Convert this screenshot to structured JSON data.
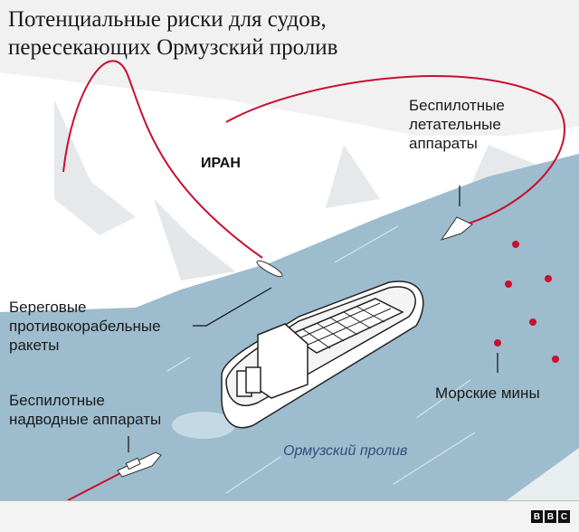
{
  "title": "Потенциальные риски для судов, пересекающих Ормузский пролив",
  "title_lines": [
    "Потенциальные риски для судов,",
    "пересекающих Ормузский пролив"
  ],
  "labels": {
    "iran": "ИРАН",
    "strait": "Ормузский пролив",
    "drones_air": [
      "Беспилотные",
      "летательные",
      "аппараты"
    ],
    "missiles": [
      "Береговые",
      "противокорабельные",
      "ракеты"
    ],
    "drones_sea": [
      "Беспилотные",
      "надводные аппараты"
    ],
    "mines": "Морские мины"
  },
  "logo": "BBC",
  "colors": {
    "threat_path": "#c8102e",
    "water": "#9dbccd",
    "land": "#ffffff",
    "mine": "#c8102e"
  }
}
